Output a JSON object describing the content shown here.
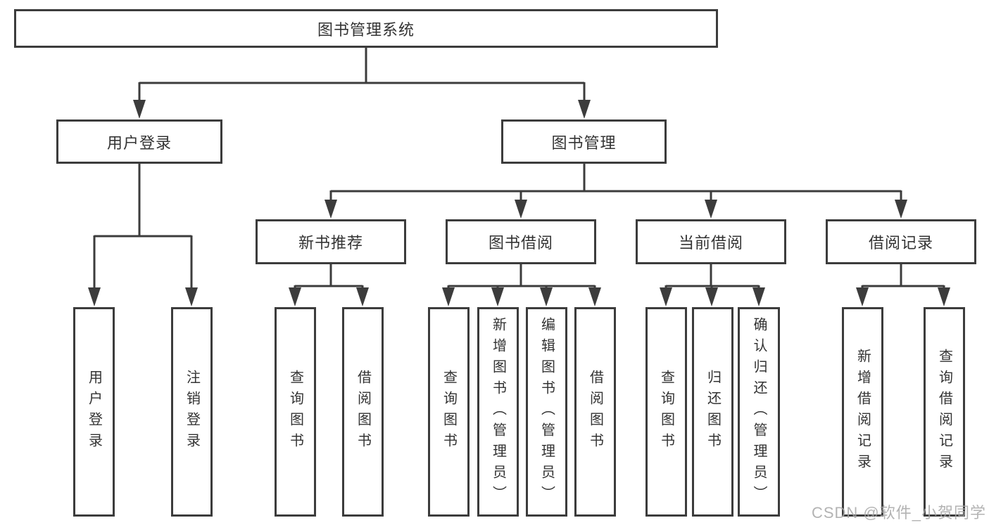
{
  "diagram": {
    "tree": {
      "label": "图书管理系统",
      "children": [
        {
          "label": "用户登录",
          "children": [
            {
              "label": "用户登录"
            },
            {
              "label": "注销登录"
            }
          ]
        },
        {
          "label": "图书管理",
          "children": [
            {
              "label": "新书推荐",
              "children": [
                {
                  "label": "查询图书"
                },
                {
                  "label": "借阅图书"
                }
              ]
            },
            {
              "label": "图书借阅",
              "children": [
                {
                  "label": "查询图书"
                },
                {
                  "label": "新增图书（管理员）"
                },
                {
                  "label": "编辑图书（管理员）"
                },
                {
                  "label": "借阅图书"
                }
              ]
            },
            {
              "label": "当前借阅",
              "children": [
                {
                  "label": "查询图书"
                },
                {
                  "label": "归还图书"
                },
                {
                  "label": "确认归还（管理员）"
                }
              ]
            },
            {
              "label": "借阅记录",
              "children": [
                {
                  "label": "新增借阅记录"
                },
                {
                  "label": "查询借阅记录"
                }
              ]
            }
          ]
        }
      ]
    },
    "colors": {
      "line": "#3c3c3c",
      "text": "#333333",
      "background": "#ffffff",
      "watermark": "#a6a6a6"
    }
  },
  "watermark": {
    "text": "CSDN @软件_小贺同学"
  }
}
